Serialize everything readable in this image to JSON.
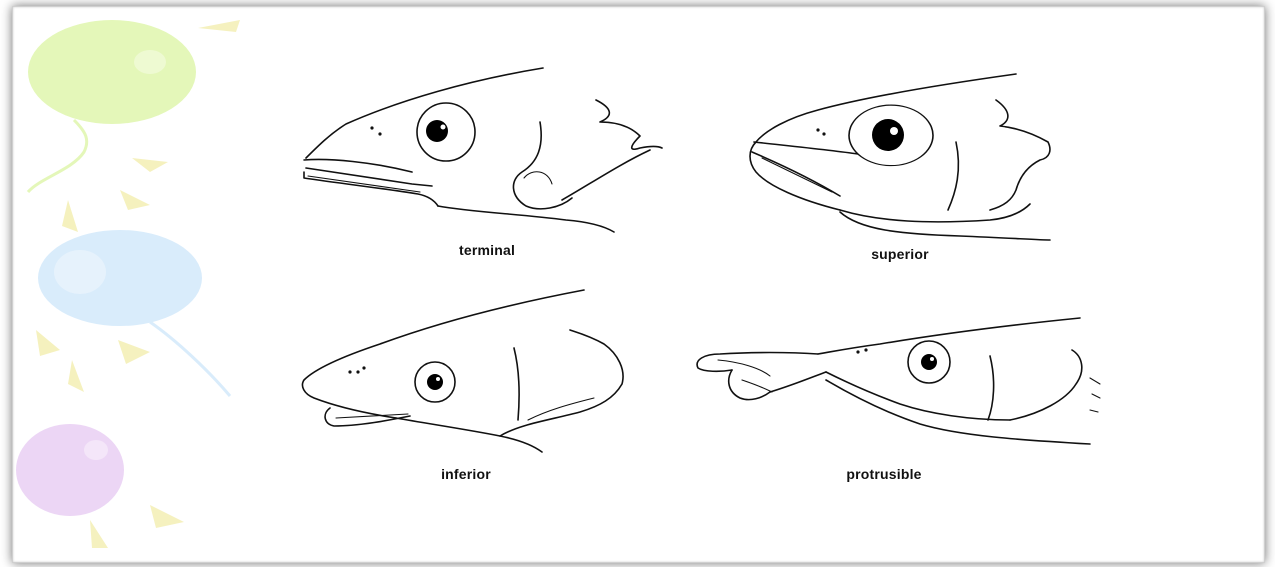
{
  "labels": {
    "terminal": "terminal",
    "superior": "superior",
    "inferior": "inferior",
    "protrusible": "protrusible"
  },
  "colors": {
    "balloon_green": "#e4f7b9",
    "balloon_blue": "#d9ecfb",
    "balloon_purple": "#ecd6f5",
    "ray_yellow": "#f4f0b8",
    "line": "#111111"
  }
}
